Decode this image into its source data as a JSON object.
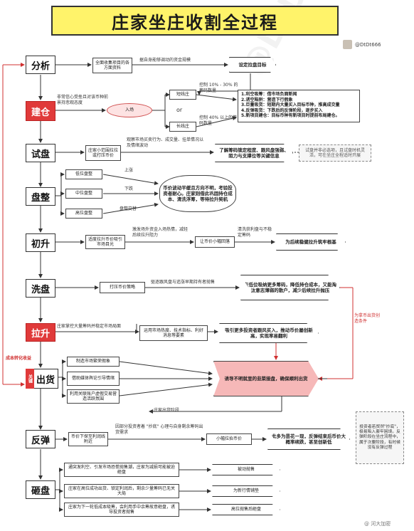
{
  "title": "庄家坐庄收割全过程",
  "author": "@DtDt666",
  "watermark": "@DtDt666",
  "footer_watermark": "@ 河大加密",
  "stages": {
    "analyze": "分析",
    "build": "建仓",
    "test": "试盘",
    "consolidate": "盘整",
    "initial_rise": "初升",
    "wash": "洗盘",
    "pull_up": "拉升",
    "ship": "出货",
    "rebound": "反弹",
    "crash": "砸盘"
  },
  "analyze": {
    "box1": "全面收集项目的各方面资料",
    "edge": "据自身能够调动的资金规模",
    "goal": "设定拉盘目标"
  },
  "build": {
    "left_note": "非常信心受挫且对该币种前景持悲观态度",
    "entry": "入场",
    "short": "短线庄",
    "long": "长线庄",
    "or": "or",
    "short_note": "控制 10% - 30% 的筹码数量",
    "long_note": "控制 40% 以上的筹码数量",
    "tactics": [
      "1.利空吸筹：借市场负面新闻",
      "2.诱空陷阱：营造下行假象",
      "3.巨量吸货：短期内大量买入目标币种，推高成交量",
      "4.反弹吸货：下跌后的反弹阶段，逐步买入",
      "5.新项目建仓：目标币种有新项目时提前布局建仓。"
    ]
  },
  "test": {
    "box1": "庄家小范围拉拉或打压币价",
    "edge": "观察市场买卖行为、成交量、挂单情况以及情绪波动",
    "result": "了解筹码锁定程度、跟风盘强弱、阻力与支撑位等关键信息",
    "side": "试盘并非必选项，且试盘时机灵活，可在坐庄全程适时开展"
  },
  "consolidate": {
    "low": "低位盘整",
    "mid": "中位盘整",
    "high": "高位盘整",
    "up": "上涨",
    "down": "下跌",
    "cross": "盘整交替",
    "result": "币价波动平缓且方向不明，考验投资者耐心。庄家则借此巩固持仓成本、清洗浮筹，等待拉升契机"
  },
  "initial_rise": {
    "box1": "适度拉升币价吸引市场目光",
    "edge1": "激发场外资金入场热情，减轻后续拉升阻力",
    "box2": "让币价小幅回落",
    "edge2": "清洗获利盘与不稳定筹码",
    "result": "为后续稳健拉升筑牢根基"
  },
  "wash": {
    "box1": "打压币价策略",
    "edge": "驱逐跟风盘与追涨早期持有者抛售",
    "result": "在低位吸纳更多筹码，降低持仓成本，又能淘汰意志薄弱的散户，减少后续拉升抛压",
    "side_red": "为拿币出货创造条件"
  },
  "pull_up": {
    "edge1": "庄家掌控大量筹码并稳定市场局面",
    "box1": "运用市场热度、技术指标、利好消息等要素",
    "result": "吸引更多投资者跟风买入，推动币价屡创新高，实现率易翻利"
  },
  "ship": {
    "left_red": "成本转化收益",
    "key": "关键",
    "items": [
      "制造市场繁荣假象",
      "借助媒体舆论引导情绪",
      "利用关联账户虚假交易营造活跃氛围"
    ],
    "result": "诱导不明就里的韭菜接盘，确保顺利出货"
  },
  "rebound": {
    "top_edge": "庄家出货阶段",
    "edge": "因部分投资者着 \"抄底\" 心理与自身剩余筹码出货需求",
    "box1": "币价下探至利润线附近",
    "box2": "小幅拉抬币价",
    "result": "此多为昙花一现，反弹结束后币价大概率续跌，甚至创新低",
    "side": "投资者若贸然\"抄底\"，极易陷入套牢困境。反弹阶段在坐庄流程中，属于次要阶段，有时候没有反弹过程"
  },
  "crash": {
    "items": [
      "通突发利空、引发市场恐慌抛售潮，庄家为减损可能被迫砸盘",
      "庄家在高位成功出货、锁定利润后，剩余少量筹码已无关大局",
      "庄家为下一轮低成本吸筹，会利用手中余筹故意砸盘，诱导投资者抛售"
    ],
    "results": [
      "被动抛售",
      "为新行情铺垫",
      "高位抛售后砸盘"
    ]
  }
}
